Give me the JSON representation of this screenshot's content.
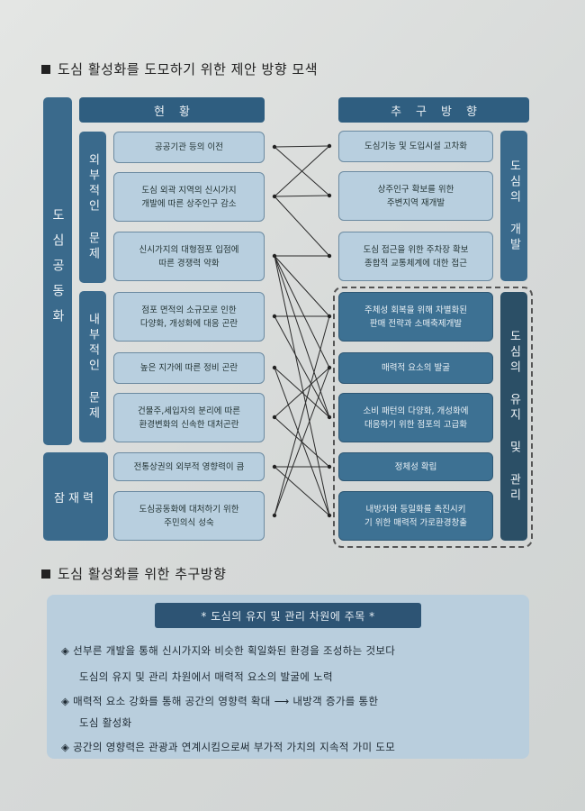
{
  "section1_title": "도심 활성화를 도모하기 위한 제안 방향 모색",
  "section2_title": "도심 활성화를 위한 추구방향",
  "left_header": "현황",
  "right_header": "추구방향",
  "left_group_main": "도심공동화",
  "left_group_external": "외부적인 문제",
  "left_group_internal": "내부적인 문제",
  "left_group_potential": "잠재력",
  "right_group_development": "도심의 개발",
  "right_group_management": "도심의 유지 및 관리",
  "current_items": [
    "공공기관 등의 이전",
    "도심 외곽 지역의 신시가지\n개발에 따른 상주인구 감소",
    "신시가지의 대형점포 입점에\n따른 경쟁력 약화",
    "점포 면적의 소규모로 인한\n다양화, 개성화에 대응 곤란",
    "높은 지가에 따른 정비 곤란",
    "건물주,세입자의 분리에 따른\n환경변화의 신속한 대처곤란",
    "전통상권의 외부적 영향력이 큼",
    "도심공동화에 대처하기 위한\n주민의식 성숙"
  ],
  "direction_items": [
    "도심기능 및 도입시설 고차화",
    "상주인구 확보를 위한\n주변지역 재개발",
    "도심 접근을 위한 주차장 확보\n종합적 교통체계에 대한 접근",
    "주체성 회복을 위해 차별화된\n판매 전략과 소매축제개발",
    "매력적 요소의 발굴",
    "소비 패턴의 다양화, 개성화에\n대응하기 위한 점포의 고급화",
    "정체성 확립",
    "내방자와 등일화를 촉진시키\n기 위한 매력적 가로환경창출"
  ],
  "connections": [
    [
      0,
      0
    ],
    [
      0,
      1
    ],
    [
      1,
      0
    ],
    [
      1,
      1
    ],
    [
      1,
      2
    ],
    [
      2,
      2
    ],
    [
      2,
      3
    ],
    [
      2,
      4
    ],
    [
      2,
      5
    ],
    [
      2,
      7
    ],
    [
      3,
      3
    ],
    [
      3,
      5
    ],
    [
      4,
      5
    ],
    [
      4,
      7
    ],
    [
      5,
      4
    ],
    [
      5,
      6
    ],
    [
      6,
      6
    ],
    [
      6,
      7
    ],
    [
      7,
      3
    ],
    [
      7,
      4
    ]
  ],
  "summary_heading": "* 도심의 유지 및 관리 차원에 주목 *",
  "summary_bullets": [
    "◈ 선부른 개발을 통해 신시가지와 비슷한 획일화된 환경을 조성하는 것보다",
    "도심의 유지 및 관리 차원에서 매력적 요소의 발굴에 노력",
    "◈ 매력적 요소 강화를 통해 공간의 영향력 확대 ⟶ 내방객 증가를 통한",
    "도심 활성화",
    "◈ 공간의 영향력은 관광과 연계시킴으로써 부가적 가치의 지속적 가미 도모"
  ],
  "colors": {
    "header": "#2f5e80",
    "box_light": "#b8cfdf",
    "box_dark": "#3d7193",
    "summary_bg": "#b9cedd"
  }
}
